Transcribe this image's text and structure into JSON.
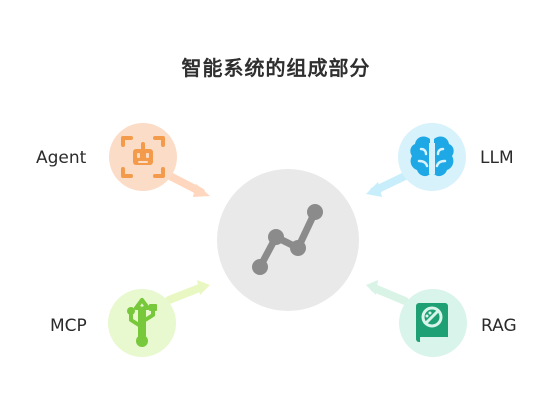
{
  "diagram": {
    "title": "智能系统的组成部分",
    "nodes": {
      "agent": {
        "label": "Agent",
        "icon": "robot-icon",
        "color": "#f39b4a"
      },
      "llm": {
        "label": "LLM",
        "icon": "brain-icon",
        "color": "#1ea8e6"
      },
      "mcp": {
        "label": "MCP",
        "icon": "usb-icon",
        "color": "#78c83c"
      },
      "rag": {
        "label": "RAG",
        "icon": "book-icon",
        "color": "#1f9f74"
      },
      "hub": {
        "icon": "line-graph-icon",
        "color": "#8b8b8b"
      }
    },
    "arrows": {
      "agent_color": "#ffd6be",
      "llm_color": "#c8eefb",
      "mcp_color": "#e9f8c2",
      "rag_color": "#d9f4e6"
    }
  }
}
